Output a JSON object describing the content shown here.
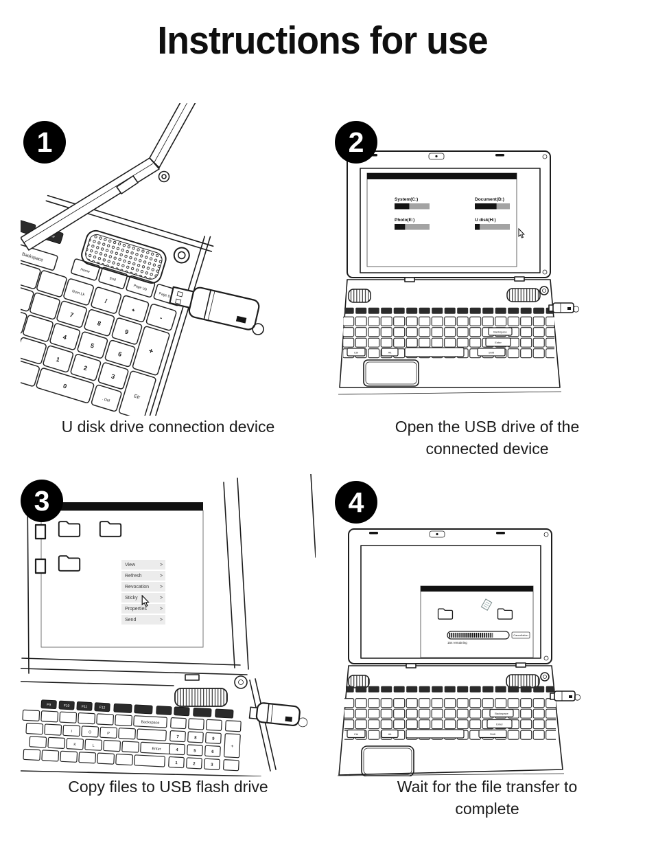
{
  "title": "Instructions for use",
  "steps": [
    {
      "number": "1",
      "caption": "U disk drive connection device"
    },
    {
      "number": "2",
      "caption": "Open the USB drive of the connected device",
      "screen": {
        "drives": [
          {
            "label": "System(C:)",
            "used_pct": 42
          },
          {
            "label": "Document(D:)",
            "used_pct": 62
          },
          {
            "label": "Photo(E:)",
            "used_pct": 30
          },
          {
            "label": "U disk(H:)",
            "used_pct": 14
          }
        ]
      }
    },
    {
      "number": "3",
      "caption": "Copy files to USB flash drive",
      "context_menu": {
        "items": [
          {
            "label": "View",
            "arrow": ">"
          },
          {
            "label": "Refresh",
            "arrow": ">"
          },
          {
            "label": "Revocation",
            "arrow": ">"
          },
          {
            "label": "Sticky",
            "arrow": ">"
          },
          {
            "label": "Properties",
            "arrow": ">"
          },
          {
            "label": "Send",
            "arrow": ">"
          }
        ]
      }
    },
    {
      "number": "4",
      "caption": "Wait for the file transfer to complete",
      "transfer_dialog": {
        "progress_pct": 75,
        "remaining_label": "15s remaining",
        "cancel_label": "Cancellation"
      }
    }
  ],
  "keyboard_labels": {
    "panel1": {
      "delete": "Delete",
      "backspace": "Backspace",
      "home": "Home",
      "end": "End",
      "page_up": "Page Up",
      "page_down": "Page Down",
      "num_lk": "Num Lk",
      "slash": "/",
      "asterisk": "*",
      "minus": "-",
      "plus": "+",
      "numpad_enter": "Etr",
      "dot_del": ". Del",
      "n7": "7",
      "n8": "8",
      "n9": "9",
      "n4": "4",
      "n5": "5",
      "n6": "6",
      "n1": "1",
      "n2": "2",
      "n3": "3",
      "n0": "0"
    },
    "panel2": {
      "backspace": "Backspace",
      "enter": "Enter",
      "shift": "Shift",
      "ctrl": "Ctrl",
      "alt": "Alt"
    },
    "panel3": {
      "f9": "F9",
      "f10": "F10",
      "f11": "F11",
      "f12": "F12",
      "backspace": "Backspace",
      "enter": "Enter",
      "i": "I",
      "o": "O",
      "p": "P",
      "k": "K",
      "l": "L",
      "plus": "+",
      "n7": "7",
      "n8": "8",
      "n9": "9",
      "n4": "4",
      "n5": "5",
      "n6": "6",
      "n1": "1",
      "n2": "2",
      "n3": "3"
    }
  },
  "colors": {
    "line": "#1c1c1c",
    "bar_used": "#141414",
    "bar_free": "#a3a3a3",
    "menu_bg": "#ececec",
    "title_bar": "#111111"
  }
}
